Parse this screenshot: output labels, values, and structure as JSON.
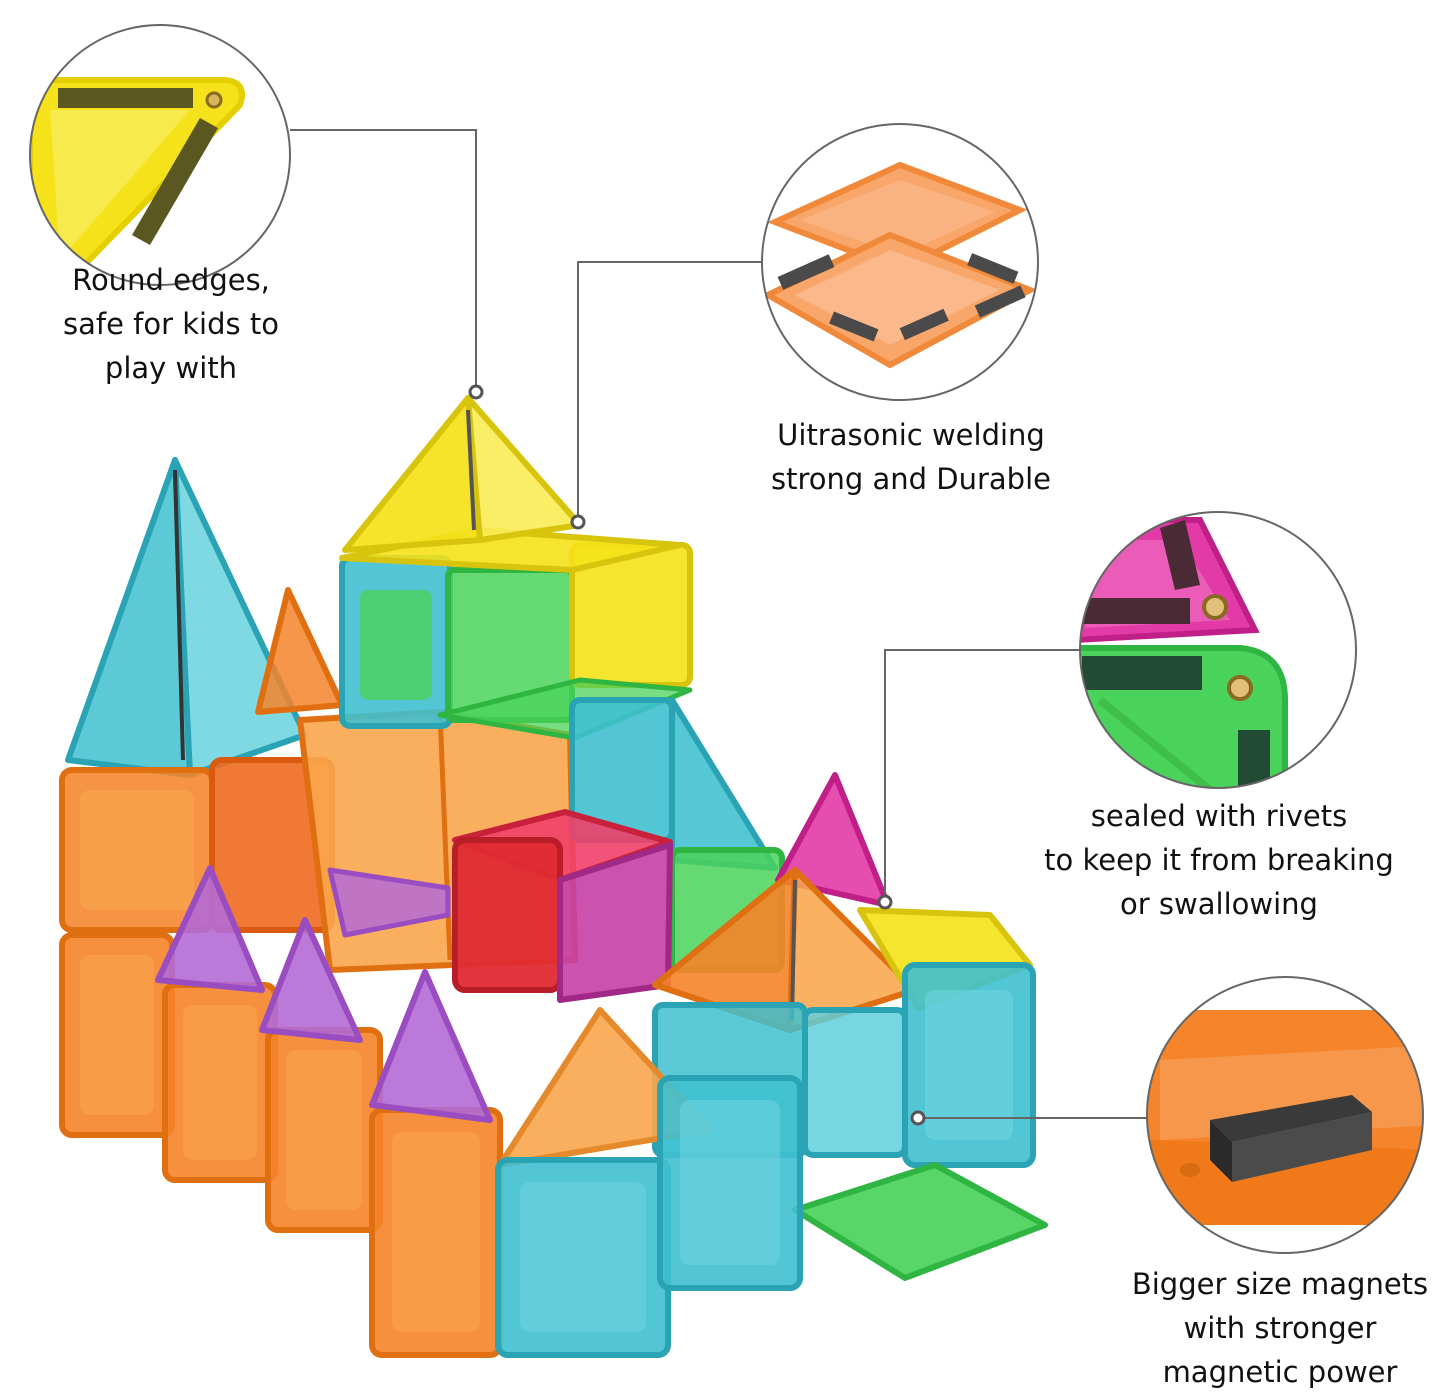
{
  "callouts": [
    {
      "id": "round-edges",
      "lines": [
        "Round edges,",
        "safe for kids to",
        "play with"
      ]
    },
    {
      "id": "welding",
      "lines": [
        "Uitrasonic welding",
        "strong and Durable"
      ]
    },
    {
      "id": "rivets",
      "lines": [
        "sealed with rivets",
        "to keep it from breaking",
        "or swallowing"
      ]
    },
    {
      "id": "magnets",
      "lines": [
        "Bigger size magnets",
        "with stronger",
        "magnetic power"
      ]
    }
  ],
  "colors": {
    "orange": "#f5842a",
    "light_orange": "#f9a64c",
    "yellow": "#f5e21a",
    "teal": "#3fc0cf",
    "green": "#4ad35a",
    "purple": "#b46ad6",
    "magenta": "#e23aa6",
    "red": "#e02a33",
    "line": "#666666",
    "text": "#111111"
  }
}
